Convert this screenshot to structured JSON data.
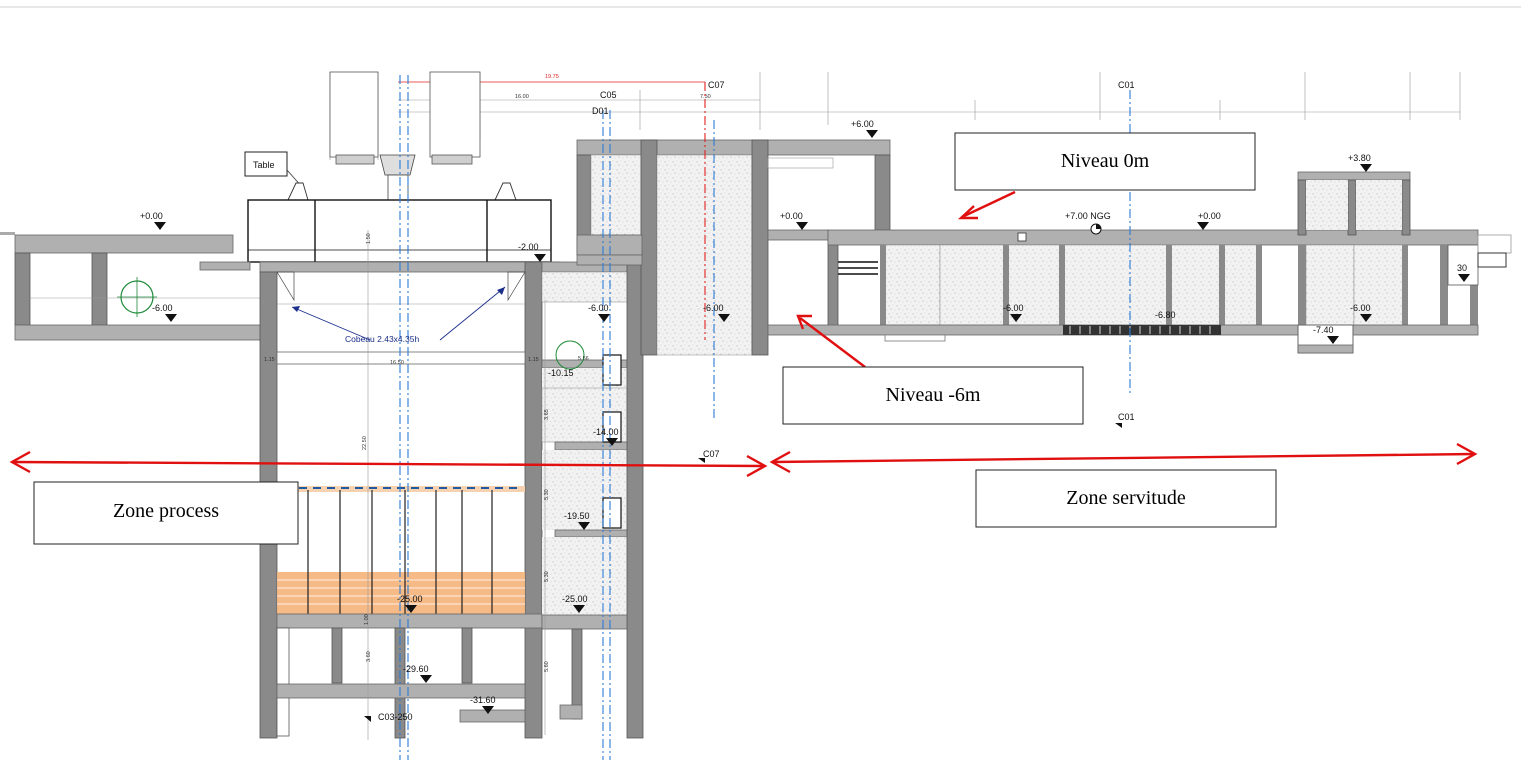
{
  "labels": {
    "niveau_0": "Niveau 0m",
    "niveau_m6": "Niveau -6m",
    "zone_process": "Zone process",
    "zone_servitude": "Zone servitude",
    "table": "Table",
    "cobeau": "Cobeau 2.43x4.35h"
  },
  "axes": {
    "c01_top": "C01",
    "c01_bottom": "C01",
    "c05": "C05",
    "d01": "D01",
    "c07_top": "C07",
    "c07_mid": "C07",
    "c03": "C03-250"
  },
  "levels": {
    "l0_left": "+0.00",
    "l_m6_left": "-6.00",
    "l_m2": "-2.00",
    "l_m6_a": "-6.00",
    "l_m6_b": "-6.00",
    "l_p6": "+6.00",
    "l0_mid": "+0.00",
    "l_p7": "+7.00 NGG",
    "l0_right": "+0.00",
    "l_m6_c": "-6.00",
    "l_m68": "-6.80",
    "l_m74": "-7.40",
    "l_m6_d": "-6.00",
    "l_p38": "+3.80",
    "l_m1015": "-10.15",
    "l_m14": "-14.00",
    "l_m195": "-19.50",
    "l_m25_a": "-25.00",
    "l_m25_b": "-25.00",
    "l_m296": "-29.60",
    "l_m316": "-31.60",
    "l_30": "30"
  },
  "dims": {
    "d1975": "19.75",
    "d1600": "16.00",
    "d750": "7.50",
    "d1650": "16.50",
    "d2250": "22.50",
    "d556": "5.56",
    "d115a": "1.15",
    "d115b": "1.15",
    "d365": "3.65",
    "d530a": "5.30",
    "d530b": "5.30",
    "d560": "5.60",
    "d360": "3.60",
    "d100": "1.00",
    "d150": "1.50"
  },
  "colors": {
    "annotation_red": "#e01010",
    "axis_blue": "#2a7bd6",
    "axis_red": "#e02020",
    "filter_orange": "#f5b27a",
    "wall_gray": "#8a8a8a"
  }
}
